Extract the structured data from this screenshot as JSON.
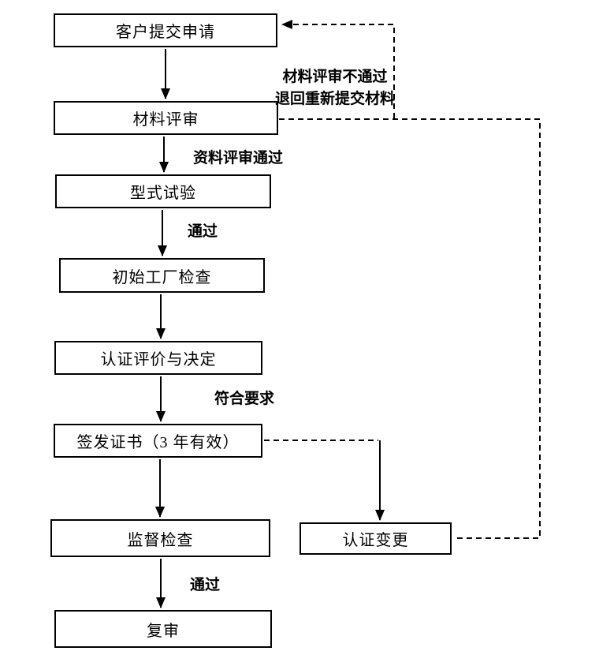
{
  "diagram": {
    "type": "flowchart",
    "nodes": [
      {
        "id": "customer-application",
        "label": "客户提交申请"
      },
      {
        "id": "material-review",
        "label": "材料评审"
      },
      {
        "id": "type-test",
        "label": "型式试验"
      },
      {
        "id": "initial-factory-inspection",
        "label": "初始工厂检查"
      },
      {
        "id": "certification-evaluation-decision",
        "label": "认证评价与决定"
      },
      {
        "id": "issue-certificate",
        "label": "签发证书（3 年有效）"
      },
      {
        "id": "supervision-inspection",
        "label": "监督检查"
      },
      {
        "id": "re-examination",
        "label": "复审"
      },
      {
        "id": "certification-change",
        "label": "认证变更"
      }
    ],
    "edge_labels": {
      "material_review_fail_line1": "材料评审不通过",
      "material_review_fail_line2": "退回重新提交材料",
      "material_review_pass": "资料评审通过",
      "type_test_pass": "通过",
      "meets_requirements": "符合要求",
      "supervision_pass": "通过"
    },
    "edges": [
      {
        "from": "customer-application",
        "to": "material-review",
        "style": "solid"
      },
      {
        "from": "material-review",
        "to": "type-test",
        "style": "solid",
        "label": "资料评审通过"
      },
      {
        "from": "type-test",
        "to": "initial-factory-inspection",
        "style": "solid",
        "label": "通过"
      },
      {
        "from": "initial-factory-inspection",
        "to": "certification-evaluation-decision",
        "style": "solid"
      },
      {
        "from": "certification-evaluation-decision",
        "to": "issue-certificate",
        "style": "solid",
        "label": "符合要求"
      },
      {
        "from": "issue-certificate",
        "to": "supervision-inspection",
        "style": "solid"
      },
      {
        "from": "supervision-inspection",
        "to": "re-examination",
        "style": "solid",
        "label": "通过"
      },
      {
        "from": "issue-certificate",
        "to": "certification-change",
        "style": "dashed-then-solid"
      },
      {
        "from": "material-review",
        "to": "customer-application",
        "style": "dashed",
        "label": "材料评审不通过 退回重新提交材料"
      },
      {
        "from": "certification-change",
        "to": "material-review",
        "style": "dashed"
      }
    ],
    "colors": {
      "line": "#000000",
      "box_border": "#000000",
      "text": "#000000",
      "background": "#ffffff"
    }
  }
}
